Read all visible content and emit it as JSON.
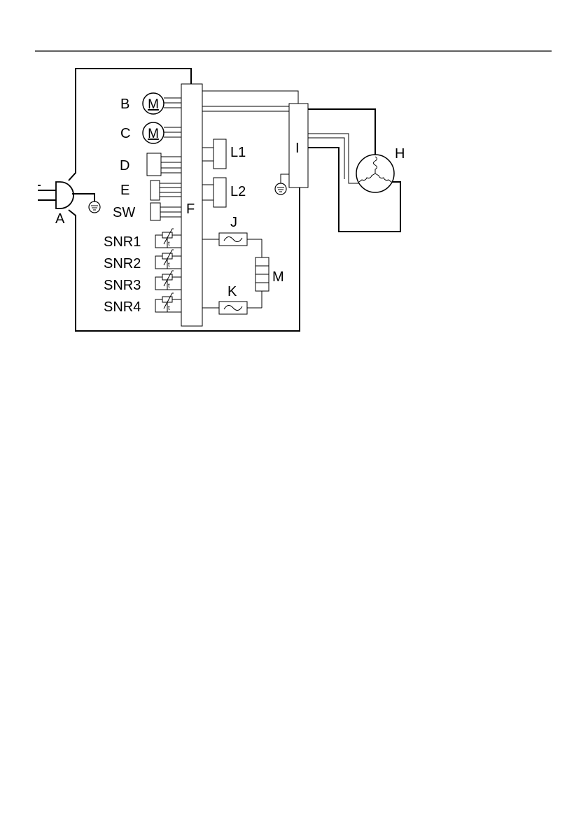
{
  "labels": {
    "A": "A",
    "B": "B",
    "C": "C",
    "D": "D",
    "E": "E",
    "SW": "SW",
    "F": "F",
    "SNR1": "SNR1",
    "SNR2": "SNR2",
    "SNR3": "SNR3",
    "SNR4": "SNR4",
    "L1": "L1",
    "L2": "L2",
    "J": "J",
    "K": "K",
    "M": "M",
    "I": "I",
    "H": "H"
  },
  "motor_symbol": "M",
  "icons": {
    "ground": "ground-symbol-icon",
    "motor": "motor-symbol-icon",
    "thermistor": "thermistor-symbol-icon",
    "heater": "heater-symbol-icon",
    "plug": "plug-icon",
    "compressor": "three-phase-compressor-icon"
  }
}
